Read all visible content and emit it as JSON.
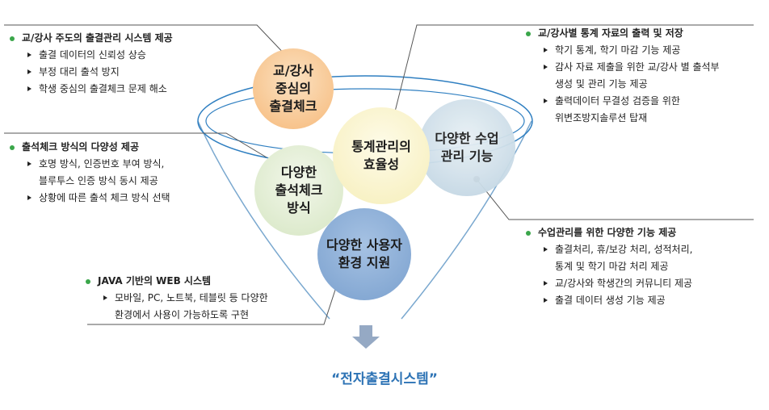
{
  "circles": [
    {
      "label": "교/강사\n중심의\n출결체크"
    },
    {
      "label": "통계관리의\n효율성"
    },
    {
      "label": "다양한 수업\n관리 기능"
    },
    {
      "label": "다양한\n출석체크\n방식"
    },
    {
      "label": "다양한 사용자\n환경 지원"
    }
  ],
  "blocks": [
    {
      "heading": "교/강사 주도의 출결관리 시스템 제공",
      "items": [
        "출결 데이터의 신뢰성 상승",
        "부정 대리 출석 방지",
        "학생 중심의 출결체크 문제 해소"
      ]
    },
    {
      "heading": "출석체크 방식의 다양성 제공",
      "items": [
        "호명 방식, 인증번호 부여 방식,\n블루투스 인증 방식 동시 제공",
        "상황에 따른 출석 체크 방식 선택"
      ]
    },
    {
      "heading": "JAVA 기반의 WEB 시스템",
      "items": [
        "모바일, PC, 노트북, 테블릿 등 다양한\n환경에서 사용이 가능하도록 구현"
      ]
    },
    {
      "heading": "교/강사별 통계 자료의 출력 및 저장",
      "items": [
        "학기 통계, 학기 마감 기능 제공",
        "감사 자료 제출을 위한 교/강사 별 출석부\n생성 및 관리 기능 제공",
        "출력데이터 무결성 검증을 위한\n위변조방지솔루션 탑재"
      ]
    },
    {
      "heading": "수업관리를 위한 다양한 기능 제공",
      "items": [
        "출결처리, 휴/보강 처리, 성적처리,\n통계 및 학기 마감 처리 제공",
        "교/강사와 학생간의 커뮤니티 제공",
        "출결 데이터 생성 기능 제공"
      ]
    }
  ],
  "title": "“전자출결시스템”"
}
